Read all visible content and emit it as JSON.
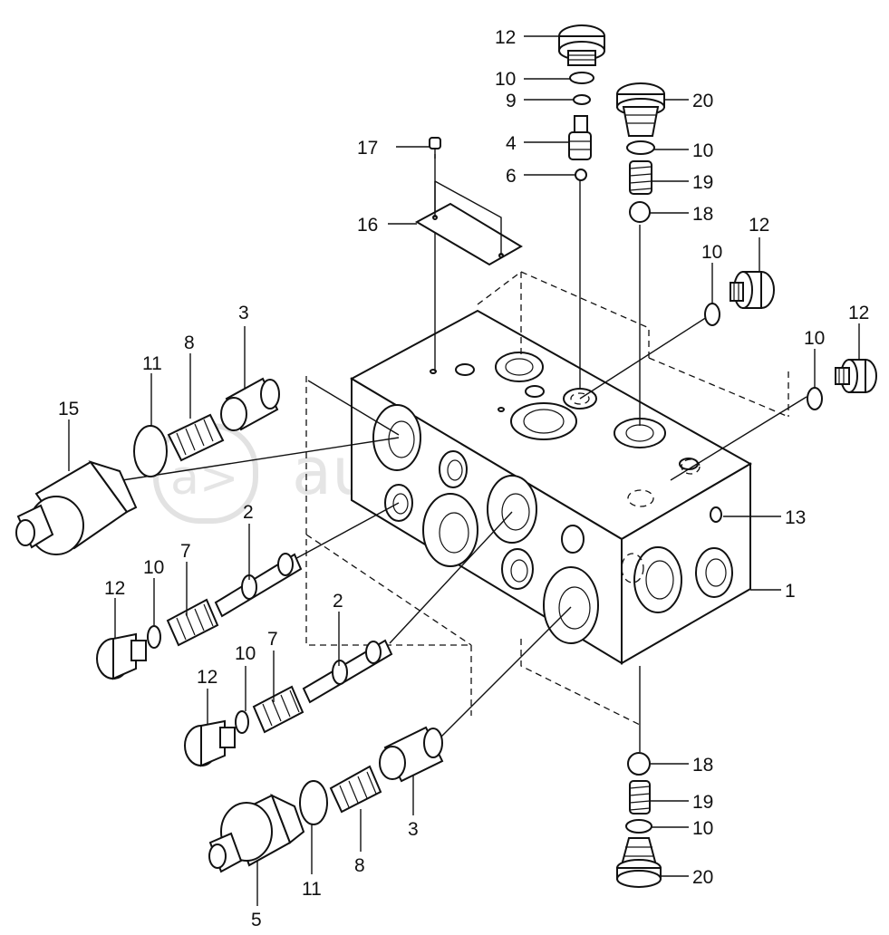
{
  "diagram": {
    "watermark": "autopiter.ru",
    "labels": [
      {
        "id": "12a",
        "text": "12"
      },
      {
        "id": "10a",
        "text": "10"
      },
      {
        "id": "9",
        "text": "9"
      },
      {
        "id": "20a",
        "text": "20"
      },
      {
        "id": "4",
        "text": "4"
      },
      {
        "id": "17",
        "text": "17"
      },
      {
        "id": "10b",
        "text": "10"
      },
      {
        "id": "6",
        "text": "6"
      },
      {
        "id": "19a",
        "text": "19"
      },
      {
        "id": "18a",
        "text": "18"
      },
      {
        "id": "16",
        "text": "16"
      },
      {
        "id": "12b",
        "text": "12"
      },
      {
        "id": "10c",
        "text": "10"
      },
      {
        "id": "3a",
        "text": "3"
      },
      {
        "id": "12c",
        "text": "12"
      },
      {
        "id": "8a",
        "text": "8"
      },
      {
        "id": "10d",
        "text": "10"
      },
      {
        "id": "11a",
        "text": "11"
      },
      {
        "id": "15",
        "text": "15"
      },
      {
        "id": "13",
        "text": "13"
      },
      {
        "id": "2a",
        "text": "2"
      },
      {
        "id": "1",
        "text": "1"
      },
      {
        "id": "12d",
        "text": "12"
      },
      {
        "id": "10e",
        "text": "10"
      },
      {
        "id": "7a",
        "text": "7"
      },
      {
        "id": "2b",
        "text": "2"
      },
      {
        "id": "10f",
        "text": "10"
      },
      {
        "id": "7b",
        "text": "7"
      },
      {
        "id": "12e",
        "text": "12"
      },
      {
        "id": "18b",
        "text": "18"
      },
      {
        "id": "19b",
        "text": "19"
      },
      {
        "id": "10g",
        "text": "10"
      },
      {
        "id": "3b",
        "text": "3"
      },
      {
        "id": "8b",
        "text": "8"
      },
      {
        "id": "11b",
        "text": "11"
      },
      {
        "id": "20b",
        "text": "20"
      },
      {
        "id": "5",
        "text": "5"
      }
    ]
  }
}
